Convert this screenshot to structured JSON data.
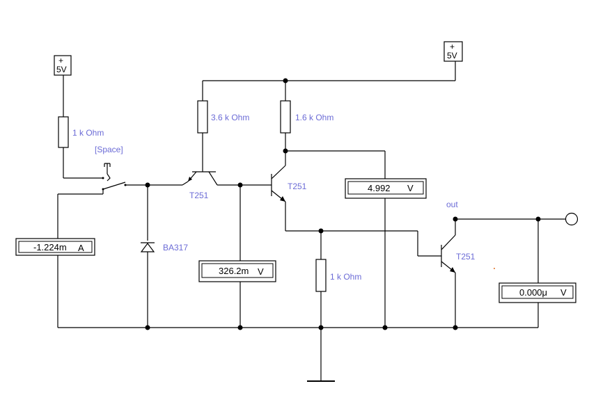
{
  "sources": [
    {
      "plus": "+",
      "label": "5V"
    },
    {
      "plus": "+",
      "label": "5V"
    }
  ],
  "resistors": [
    {
      "label": "1 k Ohm"
    },
    {
      "label": "3.6 k Ohm"
    },
    {
      "label": "1.6 k Ohm"
    },
    {
      "label": "1 k Ohm"
    }
  ],
  "switch": {
    "label": "[Space]"
  },
  "diode": {
    "label": "BA317"
  },
  "transistors": [
    {
      "label": "T251"
    },
    {
      "label": "T251"
    },
    {
      "label": "T251"
    }
  ],
  "meters": [
    {
      "value": "-1.224m",
      "unit": "A"
    },
    {
      "value": "326.2m",
      "unit": "V"
    },
    {
      "value": "4.992",
      "unit": "V"
    },
    {
      "value": "0.000μ",
      "unit": "V"
    }
  ],
  "output": {
    "label": "out"
  }
}
